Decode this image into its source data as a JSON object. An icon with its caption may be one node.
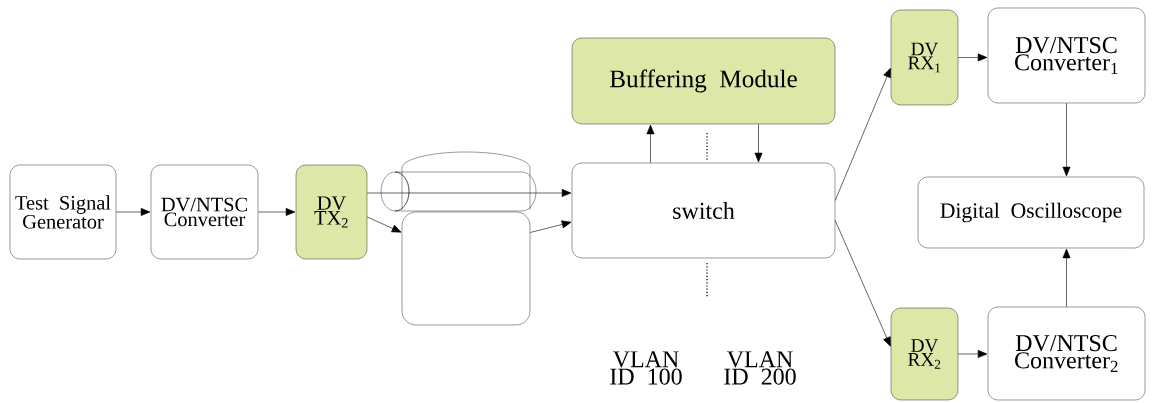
{
  "diagram": {
    "nodes": [
      {
        "text": [
          "Test Signal Generator"
        ]
      },
      {
        "text": [
          "DV/NTSC Converter"
        ]
      },
      {
        "text": [
          "DV TX$_{2}$"
        ]
      },
      {
        "text": [],
        "shape": "box"
      },
      {
        "text": [
          "Buffering Module"
        ]
      },
      {
        "text": [
          "switch"
        ]
      },
      {
        "text": [
          "DV RX$_{1}$"
        ]
      },
      {
        "text": [
          "DV/NTSC Converter$_{1}$"
        ]
      },
      {
        "text": [
          "Digital Oscilloscope"
        ]
      },
      {
        "text": [
          "DV RX$_{2}$"
        ]
      },
      {
        "text": [
          "DV/NTSC Converter$_{2}$"
        ]
      }
    ],
    "edges": [
      {
        "from": 0,
        "to": 1,
        "arrow": "to"
      },
      {
        "from": 1,
        "to": 2,
        "arrow": "to"
      },
      {
        "from": 2,
        "to": 5,
        "arrow": "to"
      },
      {
        "from": 2,
        "to": 3,
        "arrow": "to"
      },
      {
        "from": 3,
        "to": 5,
        "arrow": "to"
      },
      {
        "from": 5,
        "to": 4,
        "arrow": "to"
      },
      {
        "from": 4,
        "to": 5,
        "arrow": "to"
      },
      {
        "from": 5,
        "to": 6,
        "arrow": "to"
      },
      {
        "from": 5,
        "to": 9,
        "arrow": "to"
      },
      {
        "from": 6,
        "to": 7,
        "arrow": "to"
      },
      {
        "from": 9,
        "to": 10,
        "arrow": "to"
      },
      {
        "from": 7,
        "to": 8,
        "arrow": "to"
      },
      {
        "from": 10,
        "to": 8,
        "arrow": "to"
      }
    ],
    "labels": [
      "VLAN ID 100",
      "VLAN ID 200"
    ]
  }
}
